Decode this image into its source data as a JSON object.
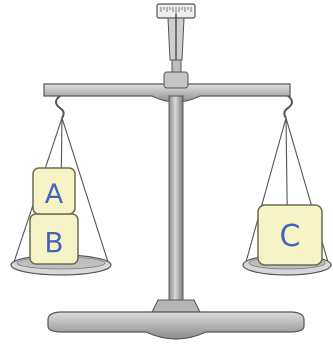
{
  "blocks": {
    "left_top": "A",
    "left_bottom": "B",
    "right": "C"
  },
  "colors": {
    "metal_light": "#d8d8d8",
    "metal_mid": "#a8a8a8",
    "metal_dark": "#6e6e6e",
    "block_fill": "#f6f3c7",
    "block_stroke": "#6b6b55",
    "letter": "#4a63b8"
  }
}
